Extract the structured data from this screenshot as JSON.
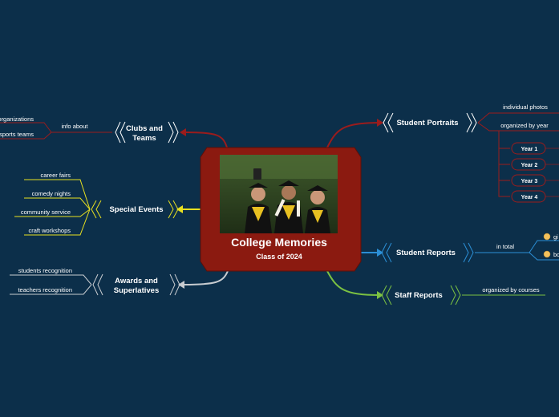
{
  "central": {
    "title": "College Memories",
    "subtitle": "Class of 2024"
  },
  "branches": {
    "clubs": {
      "label_line1": "Clubs and",
      "label_line2": "Teams",
      "connector": "info about",
      "leaves": [
        "organizations",
        "sports teams"
      ]
    },
    "special_events": {
      "label": "Special Events",
      "leaves": [
        "career fairs",
        "comedy nights",
        "community service",
        "craft workshops"
      ]
    },
    "awards": {
      "label_line1": "Awards and",
      "label_line2": "Superlatives",
      "leaves": [
        "students recognition",
        "teachers recognition"
      ]
    },
    "portraits": {
      "label": "Student Portraits",
      "leaves": [
        "individual photos",
        "organized by year"
      ],
      "years": [
        "Year 1",
        "Year 2",
        "Year 3",
        "Year 4"
      ]
    },
    "reports": {
      "label": "Student Reports",
      "connector": "in total",
      "leaves": [
        "gi",
        "bo"
      ]
    },
    "staff": {
      "label": "Staff Reports",
      "connector": "organized by courses"
    }
  },
  "colors": {
    "background": "#0c2f4a",
    "central": "#8b1a10",
    "clubs": "#9b1c1c",
    "special_events": "#e8e020",
    "awards": "#c8ccd0",
    "portraits": "#9b1c1c",
    "reports": "#2b8fd6",
    "staff": "#7cc242"
  }
}
